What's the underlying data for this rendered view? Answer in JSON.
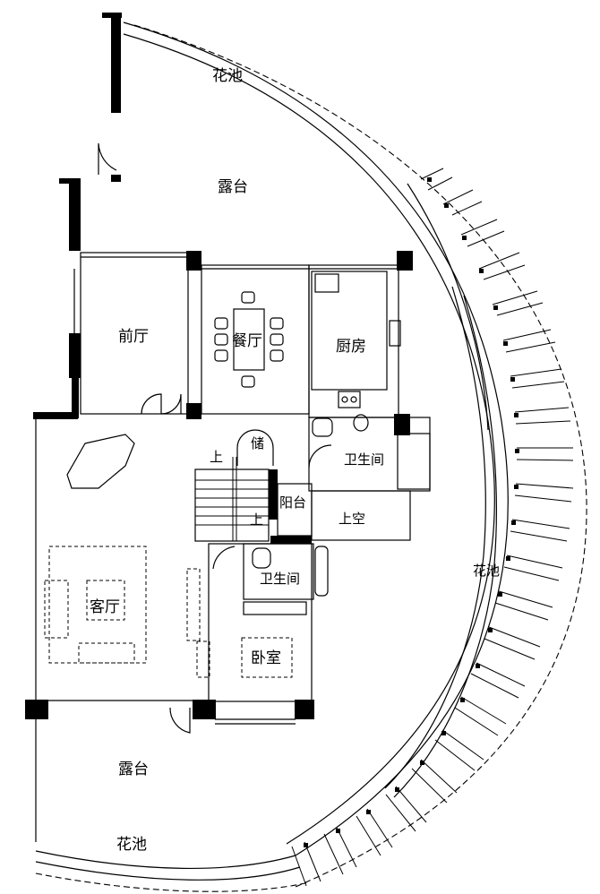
{
  "labels": {
    "flower_pool_top": "花池",
    "terrace_top": "露台",
    "front_hall": "前厅",
    "dining_room": "餐厅",
    "kitchen": "厨房",
    "storage": "储",
    "up_1": "上",
    "up_2": "上",
    "bathroom_1": "卫生间",
    "balcony": "阳台",
    "void": "上空",
    "flower_pool_right": "花池",
    "bathroom_2": "卫生间",
    "living_room": "客厅",
    "bedroom": "卧室",
    "terrace_bottom": "露台",
    "flower_pool_bottom": "花池"
  }
}
